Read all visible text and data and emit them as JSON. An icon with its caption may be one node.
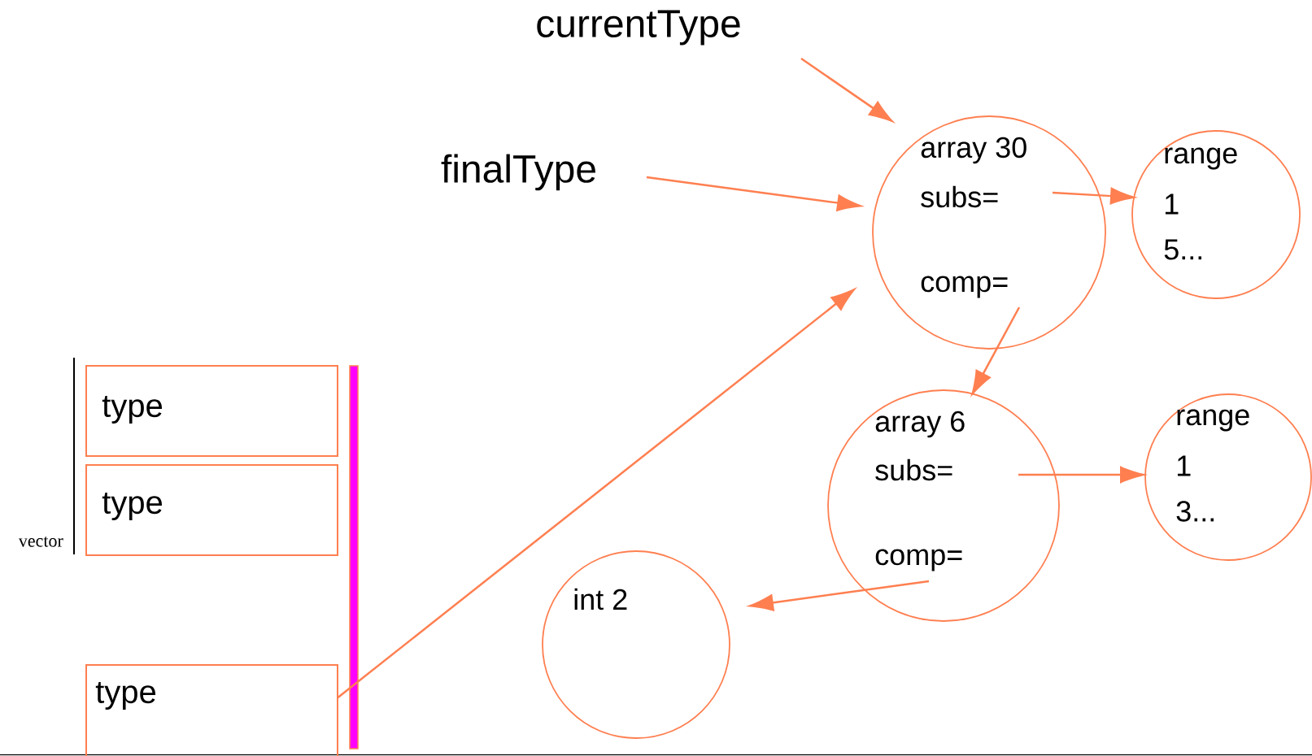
{
  "diagram": {
    "nodes": [
      {
        "text": [
          "currentType"
        ]
      },
      {
        "text": [
          "finalType"
        ]
      },
      {
        "text": [
          "array 30",
          "subs=",
          "comp="
        ]
      },
      {
        "text": [
          "range",
          "1",
          "5..."
        ]
      },
      {
        "text": [
          "array 6",
          "subs=",
          "comp="
        ]
      },
      {
        "text": [
          "range",
          "1",
          "3..."
        ]
      },
      {
        "text": [
          "int 2"
        ]
      },
      {
        "text": [
          "type"
        ]
      },
      {
        "text": [
          "type"
        ]
      },
      {
        "text": [
          "type"
        ]
      }
    ],
    "edges": [
      {
        "from": 0,
        "to": 2,
        "arrow": "to"
      },
      {
        "from": 1,
        "to": 2,
        "arrow": "to"
      },
      {
        "from": 9,
        "to": 2,
        "arrow": "to"
      },
      {
        "from": 2,
        "to": 3,
        "arrow": "to"
      },
      {
        "from": 2,
        "to": 4,
        "arrow": "to"
      },
      {
        "from": 4,
        "to": 5,
        "arrow": "to"
      },
      {
        "from": 4,
        "to": 6,
        "arrow": "to"
      }
    ],
    "labels": [
      "vector"
    ]
  }
}
